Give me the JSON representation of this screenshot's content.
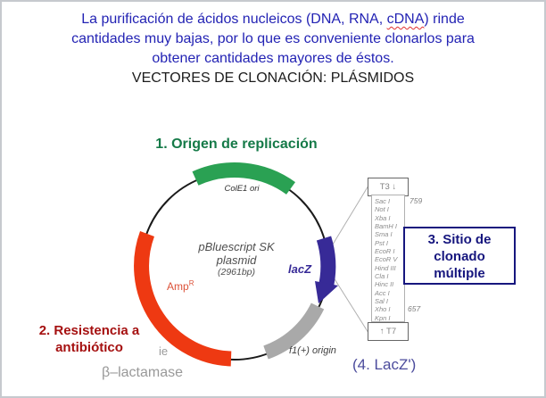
{
  "slide": {
    "intro": {
      "line1_pre": "La purificación de ácidos nucleicos (DNA, RNA, ",
      "line1_cdna": "cDNA",
      "line1_post": ") rinde",
      "line2": "cantidades muy bajas, por lo que es conveniente clonarlos para",
      "line3": "obtener cantidades mayores de éstos.",
      "subtitle": "VECTORES DE CLONACIÓN: PLÁSMIDOS"
    },
    "annotations": {
      "origin_heading": "1. Origen de replicación",
      "resistance_line1": "2. Resistencia a",
      "resistance_line2": "antibiótico",
      "mcs_box_line1": "3. Sitio de",
      "mcs_box_line2": "clonado",
      "mcs_box_line3": "múltiple",
      "lacz_note": "(4. LacZ')"
    },
    "plasmid": {
      "name_line1": "pBluescript SK",
      "name_line2": "plasmid",
      "size": "(2961bp)",
      "cole1_label": "ColE1 ori",
      "amp_label": "Amp",
      "amp_sup": "R",
      "lacz_label": "lacZ",
      "f1_label": "f1(+) origin",
      "beta_label": "β–lactamase",
      "covered_fragment": "ie"
    },
    "mcs_panel": {
      "t3": "T3 ↓",
      "t7": "↑ T7",
      "pos_top": "759",
      "pos_bottom": "657",
      "sites": [
        "Sac I",
        "Not I",
        "Xba I",
        "BamH I",
        "Sma I",
        "Pst I",
        "EcoR I",
        "EcoR V",
        "Hind III",
        "Cla I",
        "Hinc II",
        "Acc I",
        "Sal I",
        "Xho I",
        "Kpn I"
      ]
    },
    "colors": {
      "title_blue": "#2323b4",
      "heading_green": "#157a48",
      "heading_red": "#a51010",
      "heading_navy": "#16167e",
      "arc_red": "#ee3912",
      "arc_green": "#2aa153",
      "arc_blue": "#372a97",
      "arc_gray": "#a9a9a9"
    }
  }
}
